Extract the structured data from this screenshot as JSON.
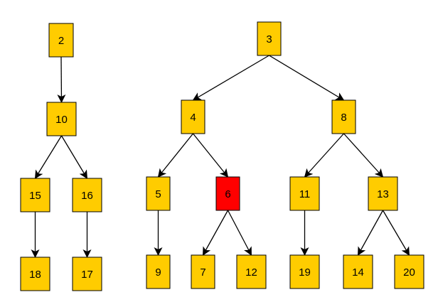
{
  "colors": {
    "node_fill": "#FFCC00",
    "highlight_fill": "#FF0000",
    "edge": "#000000"
  },
  "nodes": [
    {
      "id": "n2",
      "label": "2"
    },
    {
      "id": "n10",
      "label": "10"
    },
    {
      "id": "n15",
      "label": "15"
    },
    {
      "id": "n16",
      "label": "16"
    },
    {
      "id": "n18",
      "label": "18"
    },
    {
      "id": "n17",
      "label": "17"
    },
    {
      "id": "n3",
      "label": "3"
    },
    {
      "id": "n4",
      "label": "4"
    },
    {
      "id": "n8",
      "label": "8"
    },
    {
      "id": "n5",
      "label": "5"
    },
    {
      "id": "n6",
      "label": "6",
      "highlighted": true
    },
    {
      "id": "n11",
      "label": "11"
    },
    {
      "id": "n13",
      "label": "13"
    },
    {
      "id": "n9",
      "label": "9"
    },
    {
      "id": "n7",
      "label": "7"
    },
    {
      "id": "n12",
      "label": "12"
    },
    {
      "id": "n19",
      "label": "19"
    },
    {
      "id": "n14",
      "label": "14"
    },
    {
      "id": "n20",
      "label": "20"
    }
  ],
  "edges": [
    {
      "from": "n2",
      "to": "n10"
    },
    {
      "from": "n10",
      "to": "n15"
    },
    {
      "from": "n10",
      "to": "n16"
    },
    {
      "from": "n15",
      "to": "n18"
    },
    {
      "from": "n16",
      "to": "n17"
    },
    {
      "from": "n3",
      "to": "n4"
    },
    {
      "from": "n3",
      "to": "n8"
    },
    {
      "from": "n4",
      "to": "n5"
    },
    {
      "from": "n4",
      "to": "n6"
    },
    {
      "from": "n8",
      "to": "n11"
    },
    {
      "from": "n8",
      "to": "n13"
    },
    {
      "from": "n5",
      "to": "n9"
    },
    {
      "from": "n6",
      "to": "n7"
    },
    {
      "from": "n6",
      "to": "n12"
    },
    {
      "from": "n11",
      "to": "n19"
    },
    {
      "from": "n13",
      "to": "n14"
    },
    {
      "from": "n13",
      "to": "n20"
    }
  ]
}
